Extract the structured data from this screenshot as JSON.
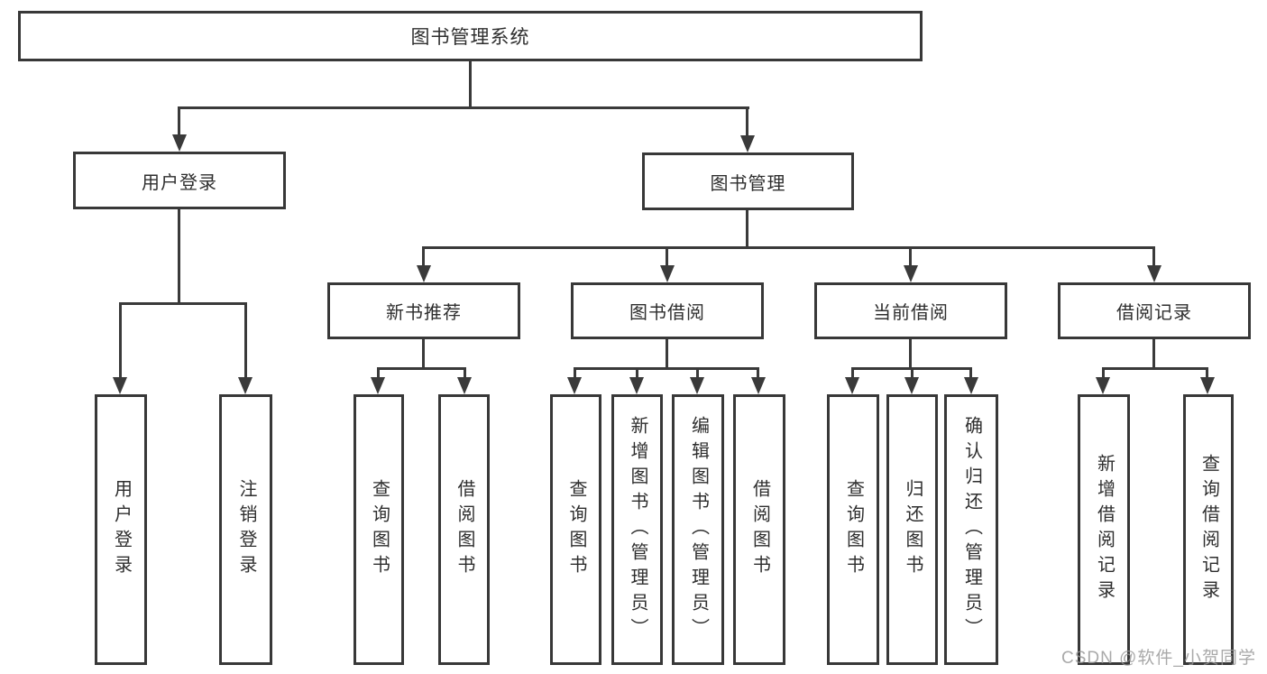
{
  "tree": {
    "root": {
      "label": "图书管理系统"
    },
    "level2": [
      {
        "label": "用户登录"
      },
      {
        "label": "图书管理"
      }
    ],
    "level3": [
      {
        "label": "新书推荐"
      },
      {
        "label": "图书借阅"
      },
      {
        "label": "当前借阅"
      },
      {
        "label": "借阅记录"
      }
    ],
    "leaves": [
      {
        "label": "用户登录"
      },
      {
        "label": "注销登录"
      },
      {
        "label": "查询图书"
      },
      {
        "label": "借阅图书"
      },
      {
        "label": "查询图书"
      },
      {
        "label": "新增图书（管理员）"
      },
      {
        "label": "编辑图书（管理员）"
      },
      {
        "label": "借阅图书"
      },
      {
        "label": "查询图书"
      },
      {
        "label": "归还图书"
      },
      {
        "label": "确认归还（管理员）"
      },
      {
        "label": "新增借阅记录"
      },
      {
        "label": "查询借阅记录"
      }
    ]
  },
  "watermark": "CSDN @软件_小贺同学",
  "colors": {
    "line": "#3a3a3a",
    "border": "#383838",
    "text": "#2e2e2e",
    "background": "#ffffff",
    "watermark": "#969696"
  }
}
